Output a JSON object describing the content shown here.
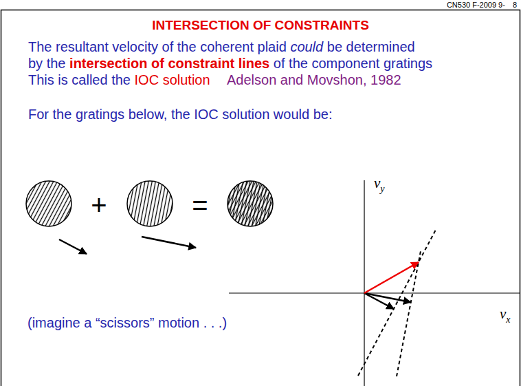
{
  "diagram": {
    "title": "INTERSECTION OF CONSTRAINTS",
    "labels": [
      "CN530 F-2009 9-",
      "8",
      "The resultant velocity of the coherent plaid",
      "could",
      "be determined",
      "by the",
      "intersection of constraint lines",
      "of the component gratings",
      "This is called the",
      "IOC solution",
      "Adelson and Movshon, 1982",
      "For the gratings below, the IOC solution would be:",
      "+",
      "=",
      "v",
      "y",
      "v",
      "x",
      "(imagine a “scissors” motion . . .)"
    ]
  }
}
